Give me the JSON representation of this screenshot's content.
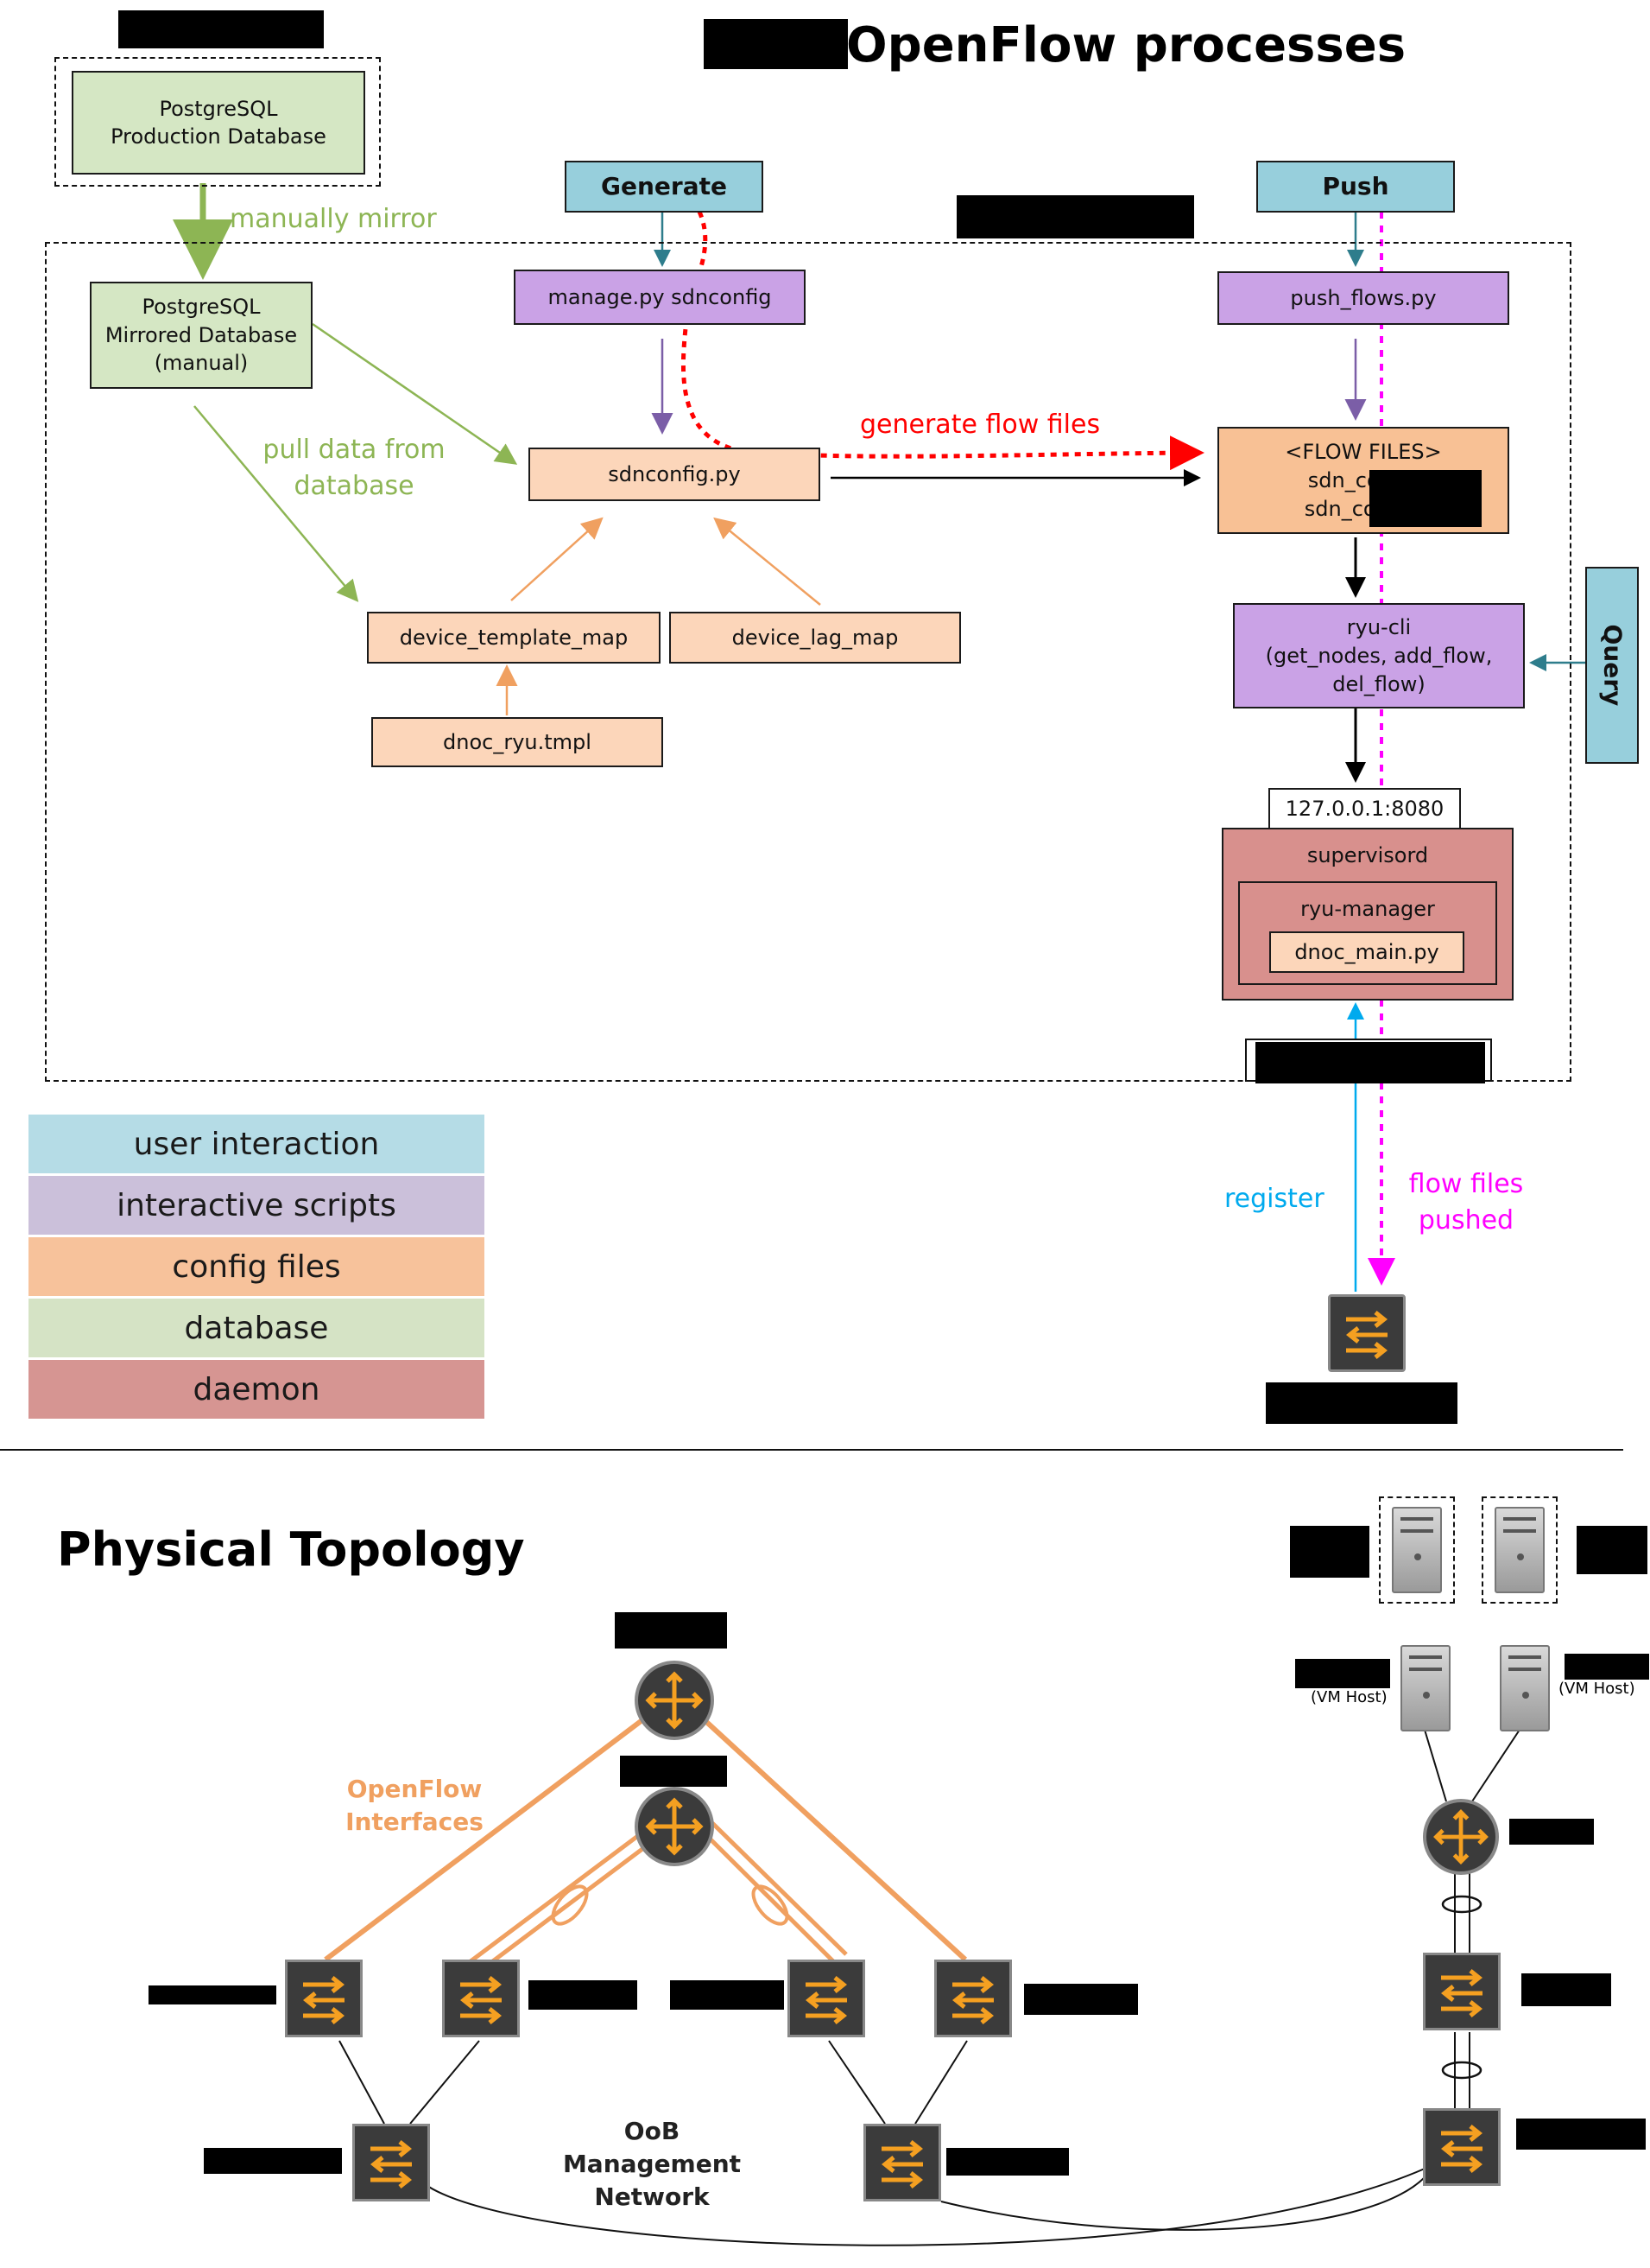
{
  "title": "OpenFlow processes",
  "buttons": {
    "generate": "Generate",
    "push": "Push",
    "query": "Query"
  },
  "boxes": {
    "prod_db": "PostgreSQL\nProduction Database",
    "mirror_db": "PostgreSQL\nMirrored Database\n(manual)",
    "manage": "manage.py sdnconfig",
    "sdnconfig": "sdnconfig.py",
    "device_template_map": "device_template_map",
    "device_lag_map": "device_lag_map",
    "dnoc_tmpl": "dnoc_ryu.tmpl",
    "push_flows": "push_flows.py",
    "flow_files": "<FLOW FILES>\nsdn_config\nsdn_config/",
    "ryu_cli": "ryu-cli\n(get_nodes, add_flow,\ndel_flow)",
    "address": "127.0.0.1:8080",
    "supervisord": "supervisord",
    "ryu_manager": "ryu-manager",
    "dnoc_main": "dnoc_main.py"
  },
  "edge_labels": {
    "manually_mirror": "manually mirror",
    "pull_data": "pull data from\ndatabase",
    "generate_flow_files": "generate flow files",
    "register": "register",
    "flow_files_pushed": "flow files\npushed"
  },
  "legend": [
    {
      "label": "user interaction",
      "color": "#b5dce6"
    },
    {
      "label": "interactive scripts",
      "color": "#cbc0da"
    },
    {
      "label": "config files",
      "color": "#f7c29b"
    },
    {
      "label": "database",
      "color": "#d5e3c5"
    },
    {
      "label": "daemon",
      "color": "#d69592"
    }
  ],
  "topology": {
    "title": "Physical Topology",
    "openflow_label": "OpenFlow\nInterfaces",
    "oob_label": "OoB\nManagement\nNetwork",
    "vm_host": "(VM Host)"
  },
  "colors": {
    "green_edge": "#8db554",
    "purple_edge": "#7b5ea7",
    "orange_edge": "#f0a060",
    "red_edge": "#ff0000",
    "magenta_edge": "#ff00ff",
    "cyan_edge": "#00aaee",
    "teal_edge": "#2e7d8c",
    "device_orange": "#f5a021"
  }
}
